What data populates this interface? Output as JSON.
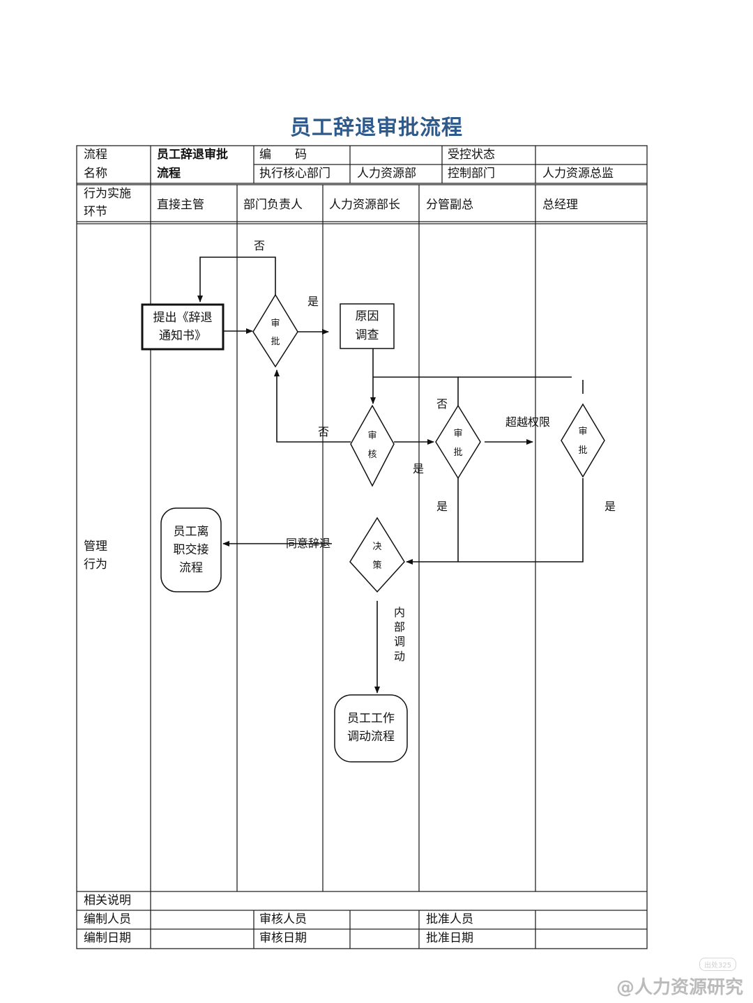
{
  "title": "员工辞退审批流程",
  "header": {
    "process_name_label": [
      "流程",
      "名称"
    ],
    "process_name_value": [
      "员工辞退审批",
      "流程"
    ],
    "code_label": "编　　码",
    "code_value": "",
    "controlled_status_label": "受控状态",
    "controlled_status_value": "",
    "exec_dept_label": "执行核心部门",
    "exec_dept_value": "人力资源部",
    "control_dept_label": "控制部门",
    "control_dept_value": "人力资源总监"
  },
  "lanes_header": {
    "row_label": [
      "行为实施",
      "环节"
    ],
    "lanes": [
      "直接主管",
      "部门负责人",
      "人力资源部长",
      "分管副总",
      "总经理"
    ]
  },
  "body_label": [
    "管理",
    "行为"
  ],
  "nodes": {
    "submit": [
      "提出《辞退",
      "通知书》"
    ],
    "approve1": [
      "审",
      "批"
    ],
    "investigate": [
      "原因",
      "调查"
    ],
    "review": [
      "审",
      "核"
    ],
    "approve2": [
      "审",
      "批"
    ],
    "approve3": [
      "审",
      "批"
    ],
    "decision": [
      "决",
      "策"
    ],
    "handover": [
      "员工离",
      "职交接",
      "流程"
    ],
    "transfer": [
      "员工工作",
      "调动流程"
    ]
  },
  "edge_labels": {
    "no_top": "否",
    "yes_1": "是",
    "no_2": "否",
    "no_3": "否",
    "yes_2": "是",
    "exceed": "超越权限",
    "yes_3": "是",
    "yes_4": "是",
    "agree": "同意辞退",
    "internal": [
      "内",
      "部",
      "调",
      "动"
    ]
  },
  "footer": {
    "notes_label": "相关说明",
    "prepared_by_label": "编制人员",
    "reviewed_by_label": "审核人员",
    "approved_by_label": "批准人员",
    "prepared_date_label": "编制日期",
    "reviewed_date_label": "审核日期",
    "approved_date_label": "批准日期"
  },
  "watermark": "@人力资源研究",
  "watermark_small": "出处325"
}
